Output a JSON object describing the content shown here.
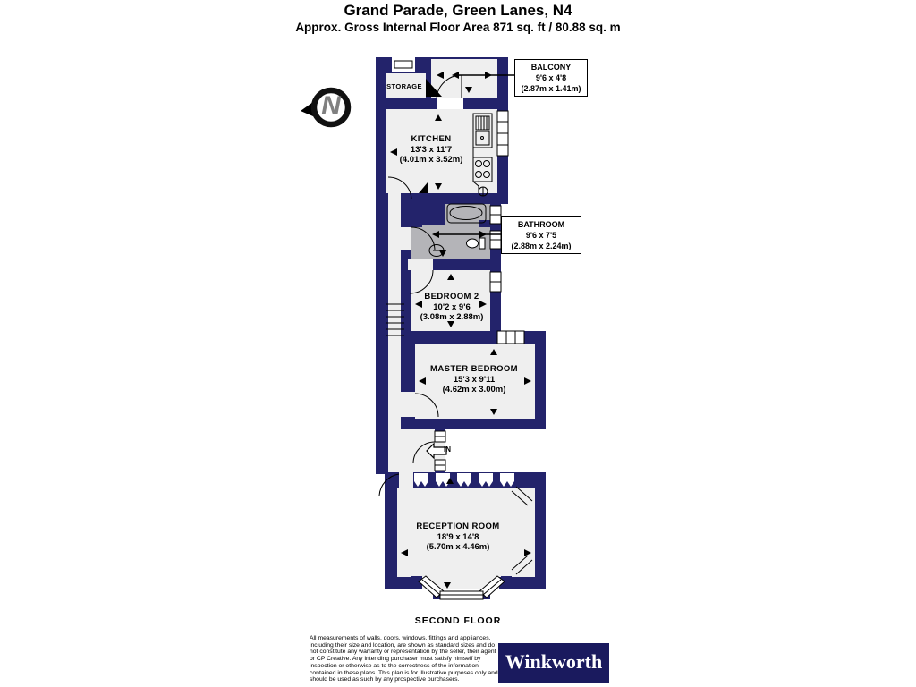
{
  "header": {
    "title": "Grand Parade, Green Lanes, N4",
    "subtitle": "Approx. Gross Internal Floor Area 871 sq. ft / 80.88 sq. m"
  },
  "compass": {
    "label": "N"
  },
  "rooms": {
    "storage": {
      "name": "STORAGE"
    },
    "balcony": {
      "name": "BALCONY",
      "imperial": "9'6 x 4'8",
      "metric": "(2.87m x 1.41m)"
    },
    "kitchen": {
      "name": "KITCHEN",
      "imperial": "13'3 x 11'7",
      "metric": "(4.01m x 3.52m)"
    },
    "bathroom": {
      "name": "BATHROOM",
      "imperial": "9'6 x 7'5",
      "metric": "(2.88m x 2.24m)"
    },
    "bedroom2": {
      "name": "BEDROOM 2",
      "imperial": "10'2 x 9'6",
      "metric": "(3.08m x 2.88m)"
    },
    "master_bedroom": {
      "name": "MASTER BEDROOM",
      "imperial": "15'3 x 9'11",
      "metric": "(4.62m x 3.00m)"
    },
    "reception": {
      "name": "RECEPTION ROOM",
      "imperial": "18'9 x 14'8",
      "metric": "(5.70m x 4.46m)"
    }
  },
  "entrance": {
    "label": "IN"
  },
  "floor": {
    "label": "SECOND FLOOR"
  },
  "footer": {
    "disclaimer": "All measurements of walls, doors, windows, fittings and appliances, including their size and location, are shown as standard sizes and do not constitute any warranty or representation by the seller, their agent or CP Creative. Any intending purchaser must satisfy himself by inspection or otherwise as to the correctness of the information contained in these plans. This plan is for illustrative purposes only and should be used as such by any prospective purchasers.",
    "logo": "Winkworth"
  },
  "colors": {
    "wall": "#23236b",
    "floor": "#efefef",
    "bathroom_floor": "#b4b4b8",
    "logo_bg": "#1a1a5e"
  }
}
